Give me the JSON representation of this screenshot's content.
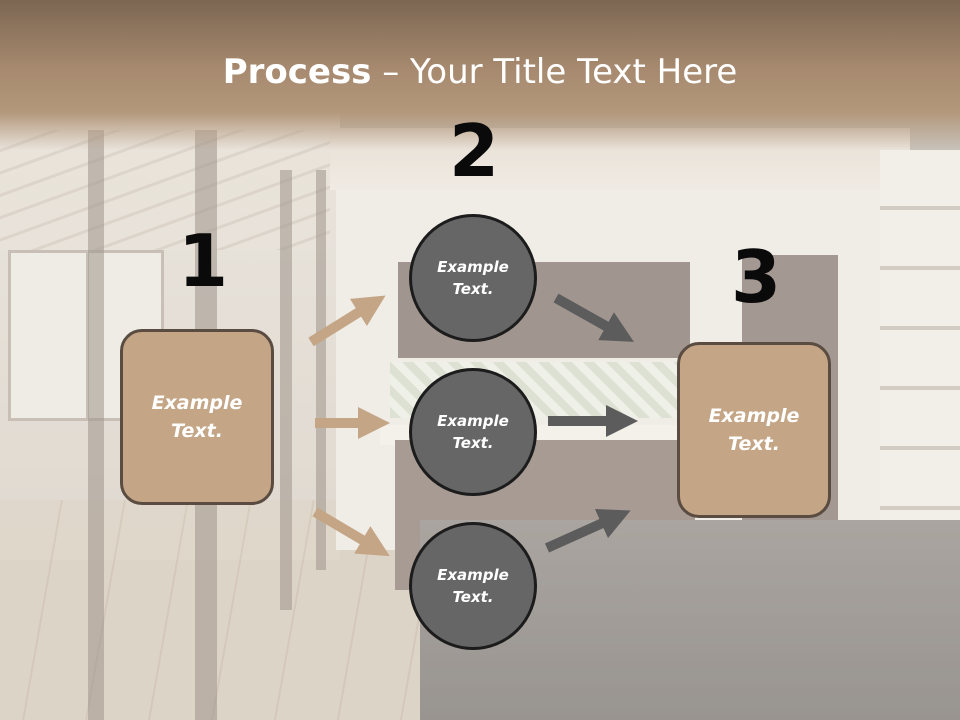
{
  "slide": {
    "title_bold": "Process",
    "title_rest": " – Your Title Text Here",
    "numbers": {
      "one": "1",
      "two": "2",
      "three": "3"
    },
    "left_box": {
      "text": "Example Text."
    },
    "right_box": {
      "text": "Example Text."
    },
    "circles": [
      {
        "text": "Example Text."
      },
      {
        "text": "Example Text."
      },
      {
        "text": "Example Text."
      }
    ]
  },
  "colors": {
    "box_fill": "#c4a586",
    "circle_fill": "#666666",
    "tan_arrow": "#c4a586",
    "gray_arrow": "#5c5c5c",
    "title_bar": "#a6896e"
  }
}
